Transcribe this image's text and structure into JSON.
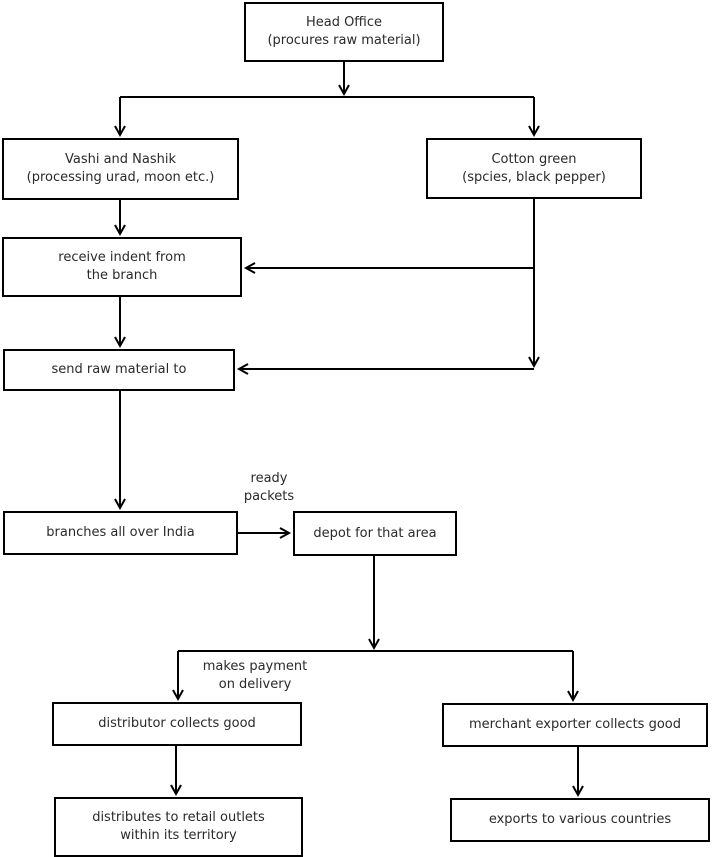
{
  "diagram": {
    "type": "flowchart",
    "colors": {
      "background": "#ffffff",
      "box_fill": "#ffffff",
      "box_border": "#000000",
      "line": "#000000",
      "text": "#2a2a2a"
    },
    "nodes": {
      "head_office": {
        "lines": [
          "Head Office",
          "(procures raw material)"
        ]
      },
      "vashi_nashik": {
        "lines": [
          "Vashi and Nashik",
          "(processing urad, moon etc.)"
        ]
      },
      "cotton_green": {
        "lines": [
          "Cotton green",
          "(spcies, black pepper)"
        ]
      },
      "receive_indent": {
        "lines": [
          "receive indent from",
          "the branch"
        ]
      },
      "send_raw_material": {
        "lines": [
          "send raw material to"
        ]
      },
      "branches_india": {
        "lines": [
          "branches all over India"
        ]
      },
      "depot": {
        "lines": [
          "depot for that area"
        ]
      },
      "distributor": {
        "lines": [
          "distributor collects good"
        ]
      },
      "merchant_exporter": {
        "lines": [
          "merchant exporter collects good"
        ]
      },
      "retail_outlets": {
        "lines": [
          "distributes to retail outlets",
          "within its territory"
        ]
      },
      "exports": {
        "lines": [
          "exports to various countries"
        ]
      }
    },
    "edge_labels": {
      "ready_packets": {
        "lines": [
          "ready",
          "packets"
        ]
      },
      "makes_payment": {
        "lines": [
          "makes payment",
          "on delivery"
        ]
      }
    },
    "edges": [
      {
        "from": "head_office",
        "to": "vashi_nashik"
      },
      {
        "from": "head_office",
        "to": "cotton_green"
      },
      {
        "from": "vashi_nashik",
        "to": "receive_indent"
      },
      {
        "from": "cotton_green",
        "to": "receive_indent"
      },
      {
        "from": "receive_indent",
        "to": "send_raw_material"
      },
      {
        "from": "cotton_green",
        "to": "send_raw_material"
      },
      {
        "from": "send_raw_material",
        "to": "branches_india"
      },
      {
        "from": "branches_india",
        "to": "depot",
        "label": "ready packets"
      },
      {
        "from": "depot",
        "to": "distributor",
        "label": "makes payment on delivery"
      },
      {
        "from": "depot",
        "to": "merchant_exporter"
      },
      {
        "from": "distributor",
        "to": "retail_outlets"
      },
      {
        "from": "merchant_exporter",
        "to": "exports"
      }
    ]
  }
}
